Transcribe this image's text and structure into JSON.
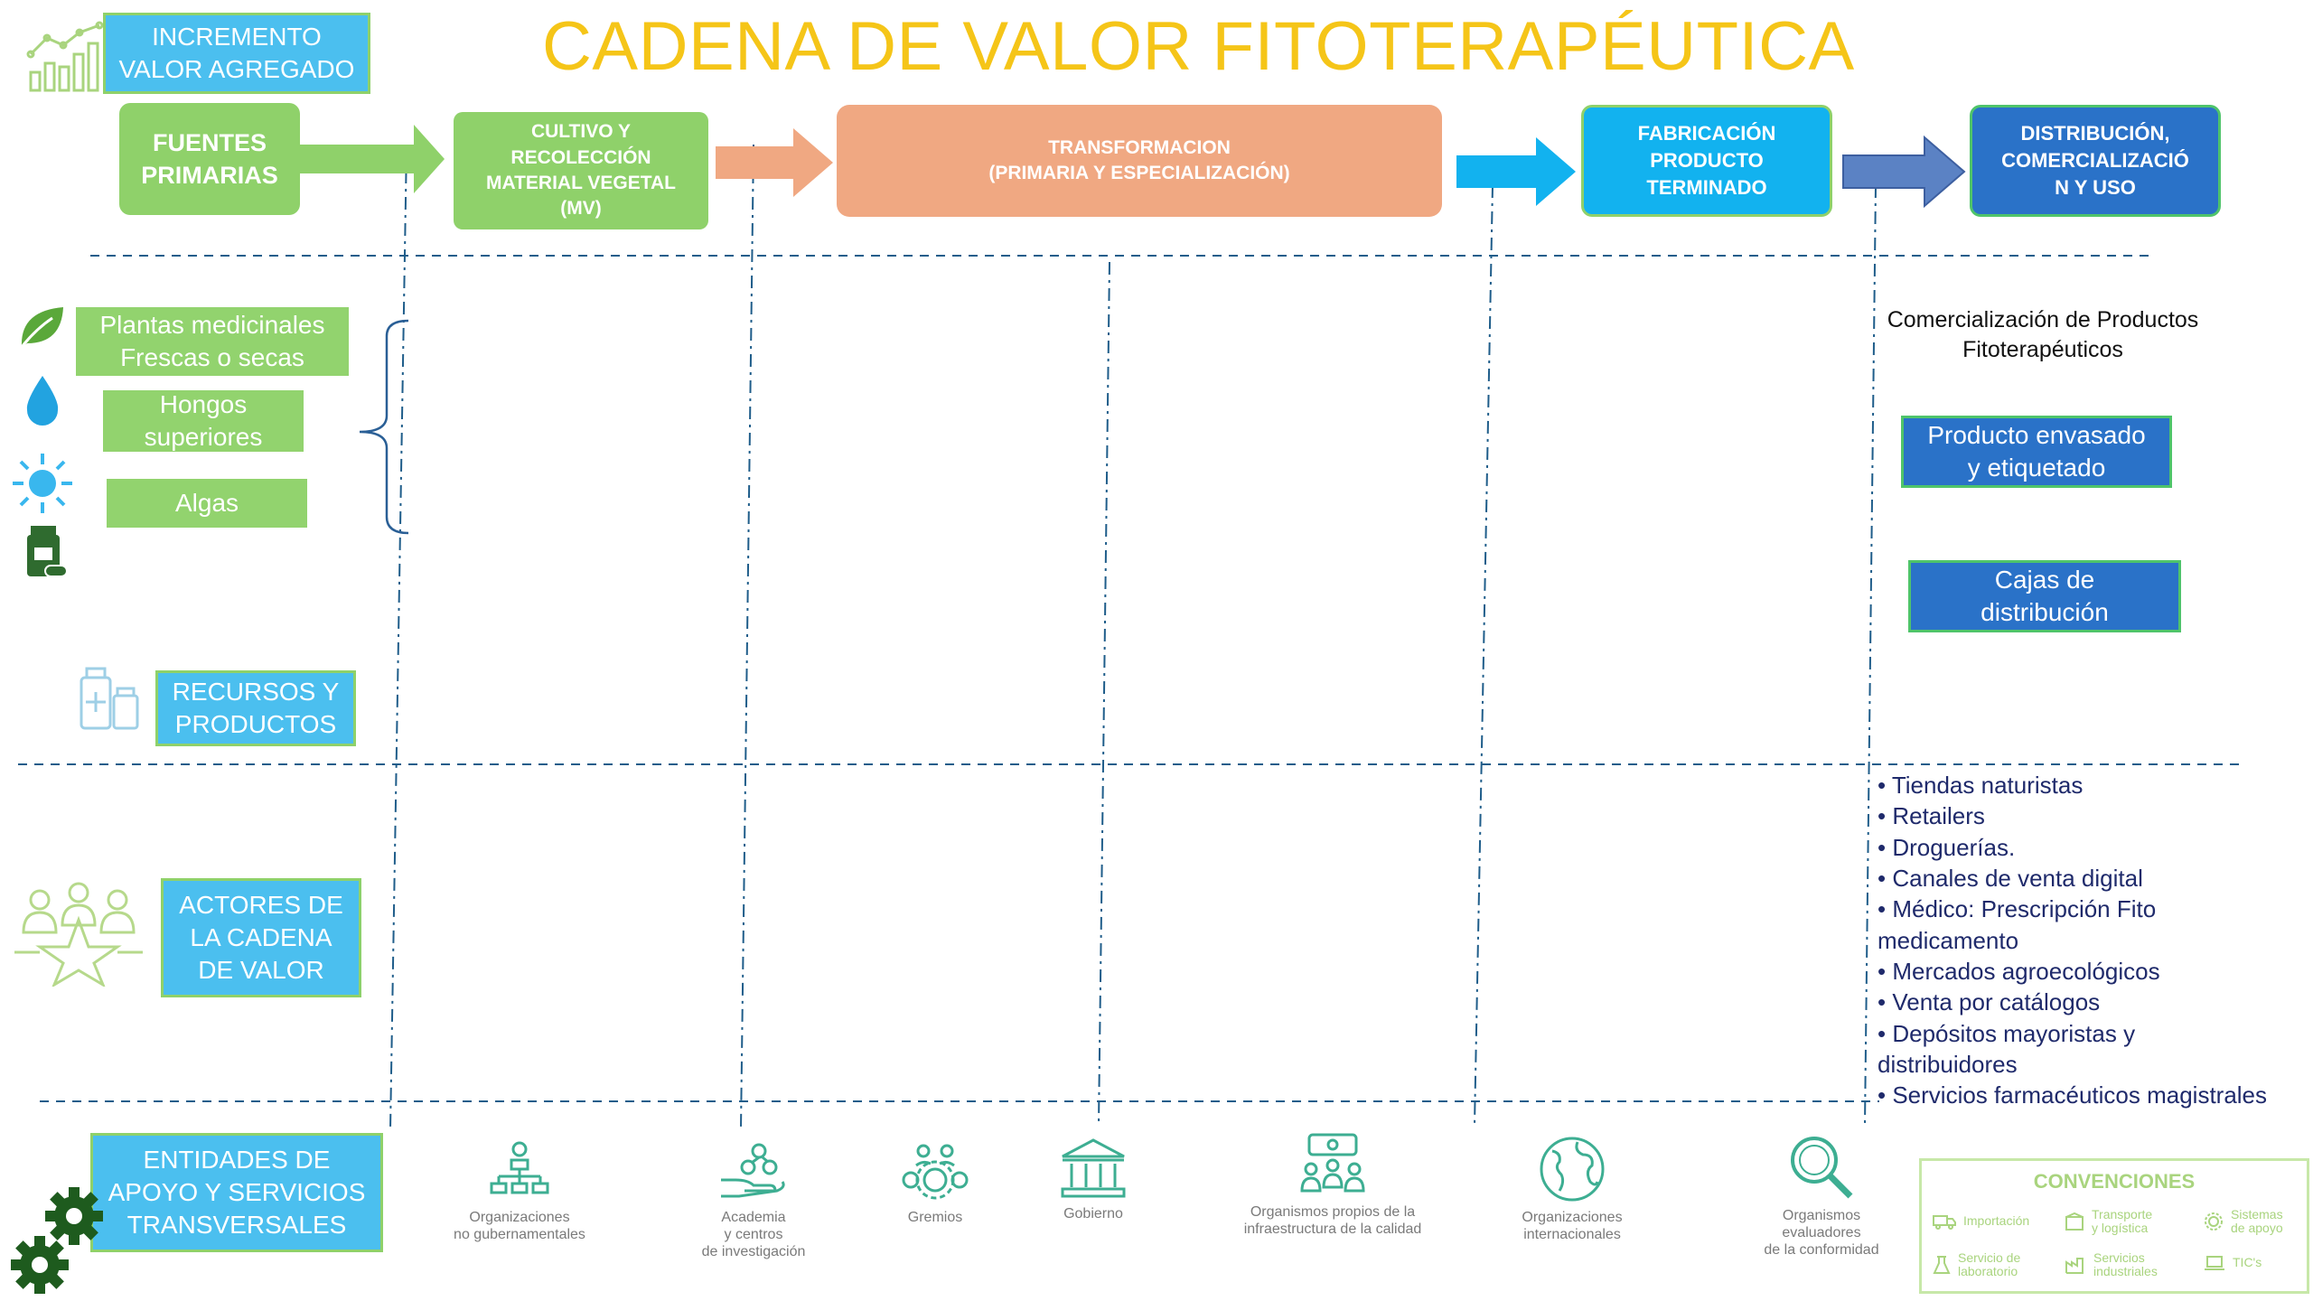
{
  "title": "CADENA DE VALOR FITOTERAPÉUTICA",
  "incremento": "INCREMENTO\nVALOR AGREGADO",
  "stages": {
    "fuentes": "FUENTES\nPRIMARIAS",
    "cultivo": "CULTIVO Y\nRECOLECCIÓN\nMATERIAL VEGETAL\n(MV)",
    "transformacion": "TRANSFORMACION\n(PRIMARIA Y ESPECIALIZACIÓN)",
    "fabricacion": "FABRICACIÓN\nPRODUCTO\nTERMINADO",
    "distribucion": "DISTRIBUCIÓN,\nCOMERCIALIZACIÓ\nN Y USO"
  },
  "sources": [
    "Plantas medicinales\nFrescas o secas",
    "Hongos\nsuperiores",
    "Algas"
  ],
  "row_labels": {
    "recursos": "RECURSOS Y\nPRODUCTOS",
    "actores": "ACTORES DE\nLA CADENA\nDE VALOR",
    "entidades": "ENTIDADES DE\nAPOYO Y SERVICIOS\nTRANSVERSALES"
  },
  "commercial": {
    "heading": "Comercialización de Productos\nFitoterapéuticos",
    "envasado": "Producto envasado\ny etiquetado",
    "cajas": "Cajas de\ndistribución"
  },
  "actors": [
    "• Tiendas naturistas",
    "• Retailers",
    "• Droguerías.",
    "• Canales de venta digital",
    "• Médico: Prescripción Fito\nmedicamento",
    "• Mercados agroecológicos",
    "• Venta por catálogos",
    "• Depósitos mayoristas y\ndistribuidores",
    "• Servicios farmacéuticos magistrales"
  ],
  "entities": [
    {
      "label": "Organizaciones\nno gubernamentales",
      "icon": "org-chart-icon"
    },
    {
      "label": "Academia\ny centros\nde investigación",
      "icon": "academia-icon"
    },
    {
      "label": "Gremios",
      "icon": "gears-icon"
    },
    {
      "label": "Gobierno",
      "icon": "government-building-icon"
    },
    {
      "label": "Organismos propios de la\ninfraestructura de la calidad",
      "icon": "group-idea-icon"
    },
    {
      "label": "Organizaciones\ninternacionales",
      "icon": "globe-icon"
    },
    {
      "label": "Organismos\nevaluadores\nde la conformidad",
      "icon": "magnifier-icon"
    }
  ],
  "conventions": {
    "title": "CONVENCIONES",
    "items": [
      "Importación",
      "Transporte\ny logística",
      "Sistemas\nde apoyo",
      "Servicio de\nlaboratorio",
      "Servicios\nindustriales",
      "TIC's"
    ]
  },
  "colors": {
    "title": "#f5c518",
    "green_stage": "#8fd16a",
    "orange_stage": "#f0a882",
    "cyan_stage": "#12b2ef",
    "blue_stage": "#2a72c8",
    "label_box": "#4bbfef",
    "divider": "#1f5d8a"
  }
}
